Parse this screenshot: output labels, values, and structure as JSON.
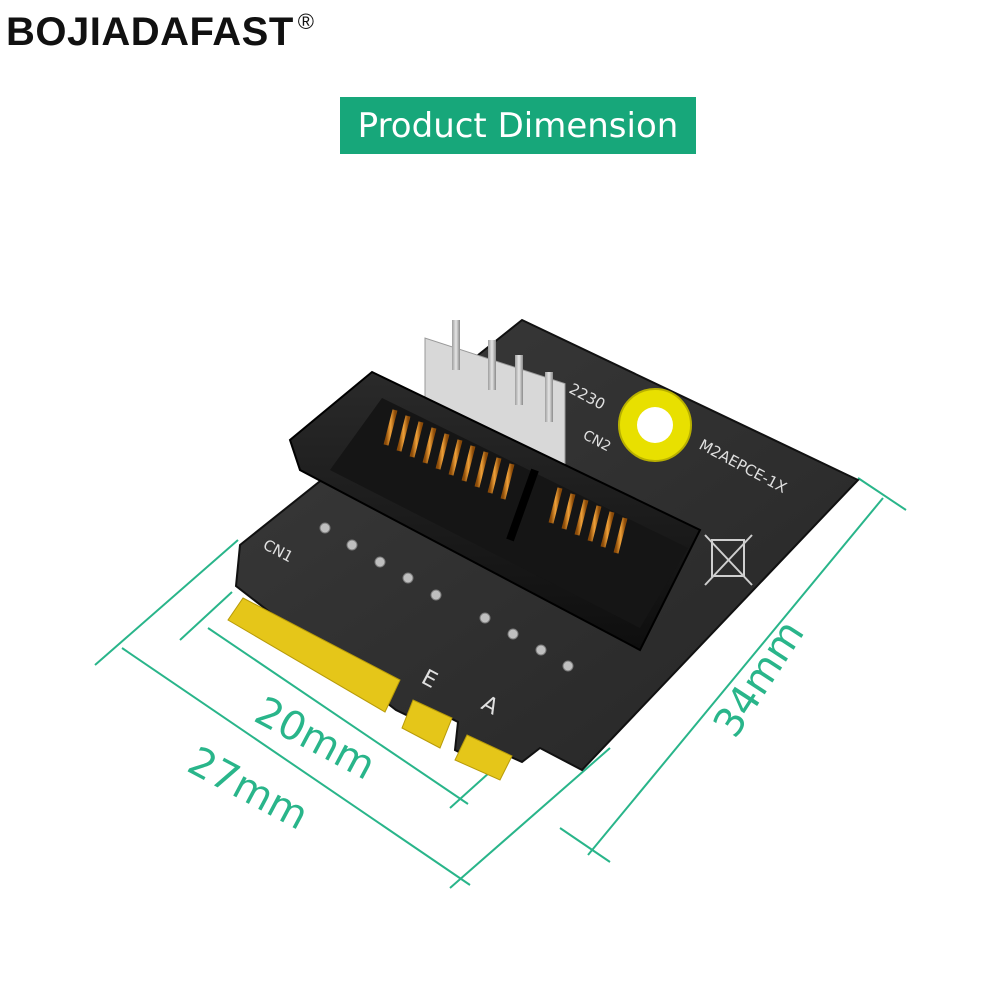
{
  "brand": {
    "name": "BOJIADAFAST",
    "registered_mark": "®"
  },
  "banner": {
    "title": "Product Dimension",
    "color": "#17a77a"
  },
  "board": {
    "silkscreen_size": "2230",
    "silkscreen_model": "M2AEPCE-1X",
    "connector_primary": "CN1",
    "connector_secondary": "CN2",
    "key_e": "E",
    "key_a": "A",
    "pcb_color": "#2b2b2b",
    "gold_color": "#e5c619"
  },
  "dimensions": {
    "contact_width": "20mm",
    "board_width": "27mm",
    "board_length": "34mm",
    "line_color": "#29b58a"
  }
}
